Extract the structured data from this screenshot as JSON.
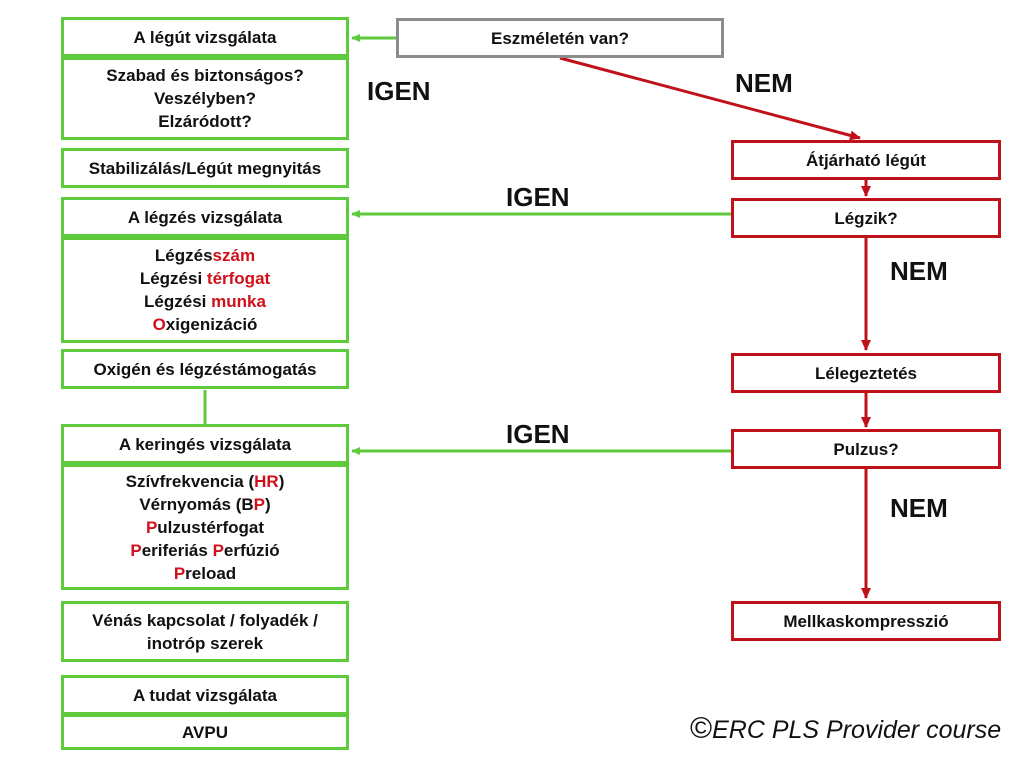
{
  "left_column": {
    "airway_title": "A légút vizsgálata",
    "airway_questions": [
      "Szabad és biztonságos?",
      "Veszélyben?",
      "Elzáródott?"
    ],
    "stabilize": "Stabilizálás/Légút megnyitás",
    "breathing_title": "A légzés vizsgálata",
    "breathing_items": [
      {
        "black": "Légzés",
        "red": "szám",
        "rest": ""
      },
      {
        "black": "Légzési ",
        "red": "térfogat",
        "rest": ""
      },
      {
        "black": "Légzési ",
        "red": "munka",
        "rest": ""
      },
      {
        "black": "",
        "red": "O",
        "rest": "xigenizáció"
      }
    ],
    "oxygen_support": "Oxigén és légzéstámogatás",
    "circulation_title": "A keringés vizsgálata",
    "circulation_items": [
      {
        "black": "Szívfrekvencia (",
        "red": "HR",
        "rest": ")"
      },
      {
        "black": "Vérnyomás (B",
        "red": "P",
        "rest": ")"
      },
      {
        "black": "",
        "red": "P",
        "rest": "ulzustérfogat"
      },
      {
        "black": "",
        "red": "P",
        "rest": "eriferiás ",
        "red2": "P",
        "rest2": "erfúzió"
      },
      {
        "black": "",
        "red": "P",
        "rest": "reload"
      }
    ],
    "venous_line1": "Vénás kapcsolat / folyadék /",
    "venous_line2": "inotróp szerek",
    "consciousness_title": "A tudat vizsgálata",
    "avpu": "AVPU"
  },
  "right_column": {
    "conscious_question": "Eszméletén van?",
    "airway_patent": "Átjárható légút",
    "breathing_question": "Légzik?",
    "ventilation": "Lélegeztetés",
    "pulse_question": "Pulzus?",
    "chest_compressions": "Mellkaskompresszió"
  },
  "labels": {
    "igen_top": "IGEN",
    "nem_top": "NEM",
    "igen_breathing": "IGEN",
    "nem_breathing": "NEM",
    "igen_pulse": "IGEN",
    "nem_pulse": "NEM"
  },
  "footer": {
    "copyright_symbol": "©",
    "copyright_text": "ERC PLS Provider course"
  },
  "colors": {
    "green": "#5ecb3c",
    "red": "#c0101a",
    "gray": "#8c8c8c"
  }
}
